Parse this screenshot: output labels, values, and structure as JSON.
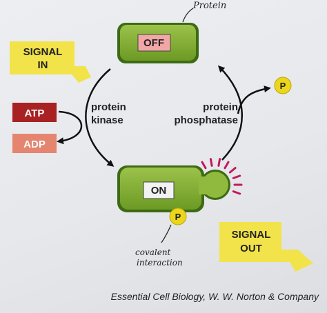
{
  "labels": {
    "off": "OFF",
    "on": "ON",
    "signal_in_line1": "SIGNAL",
    "signal_in_line2": "IN",
    "signal_out_line1": "SIGNAL",
    "signal_out_line2": "OUT",
    "atp": "ATP",
    "adp": "ADP",
    "kinase_line1": "protein",
    "kinase_line2": "kinase",
    "phosphatase_line1": "protein",
    "phosphatase_line2": "phosphatase",
    "phosphate": "P"
  },
  "annotations": {
    "protein": "Protein",
    "covalent_line1": "covalent",
    "covalent_line2": "interaction"
  },
  "caption": "Essential Cell Biology, W. W. Norton & Company",
  "colors": {
    "protein_green": "#7cab2f",
    "protein_dark": "#3d6a14",
    "signal_yellow": "#f2e34a",
    "atp_red": "#a82224",
    "adp_salmon": "#e5856f",
    "phosphate_yellow": "#ebd61b",
    "rays_magenta": "#c2185b"
  }
}
